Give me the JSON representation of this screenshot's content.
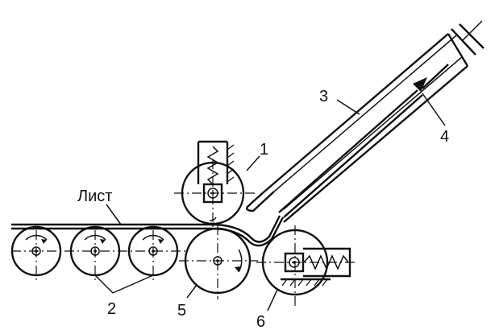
{
  "labels": {
    "sheet": "Лист",
    "part_1": "1",
    "part_2": "2",
    "part_3": "3",
    "part_4": "4",
    "part_5": "5",
    "part_6": "6"
  }
}
